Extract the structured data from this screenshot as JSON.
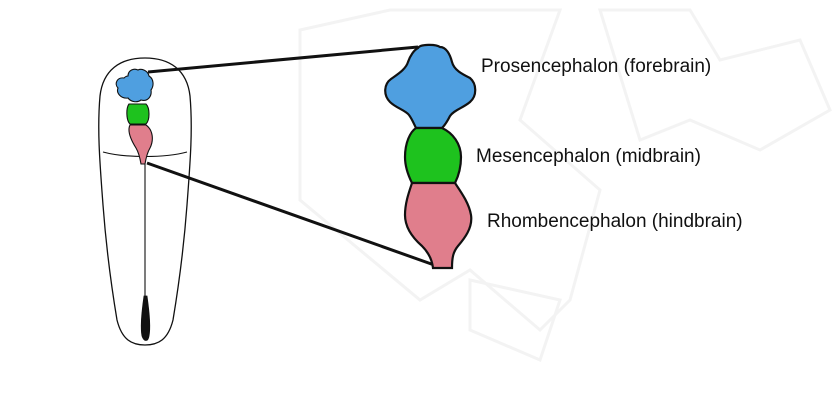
{
  "labels": {
    "prosencephalon": "Prosencephalon (forebrain)",
    "mesencephalon": "Mesencephalon (midbrain)",
    "rhombencephalon": "Rhombencephalon (hindbrain)"
  },
  "colors": {
    "prosencephalon": "#4f9fe0",
    "mesencephalon": "#1ec21e",
    "rhombencephalon": "#e07e8c",
    "outline": "#111111",
    "background": "#ffffff"
  }
}
